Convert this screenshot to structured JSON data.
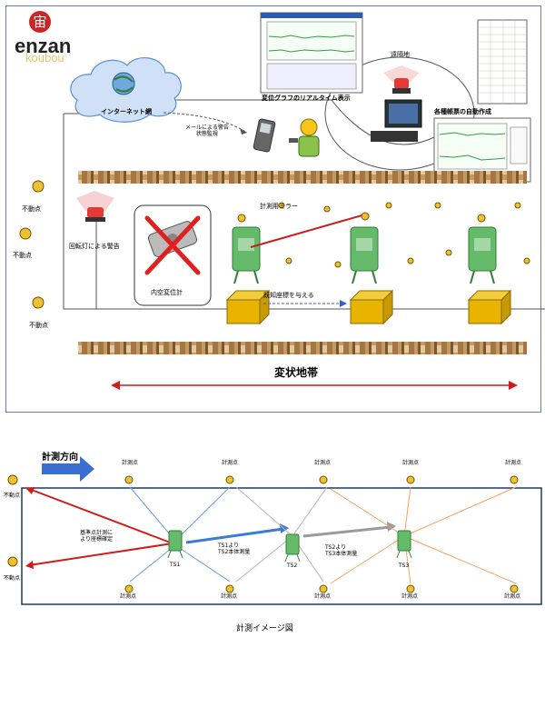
{
  "top": {
    "logo_text": "enzan",
    "logo_sub": "koubou",
    "logo_kanji": "宙",
    "cloud_label": "インターネット網",
    "graph_title": "変位グラフのリアルタイム表示",
    "remote_label": "遠隔地",
    "mail_warning": "メールによる警告\n状態監視",
    "report_label": "各種帳票の自動作成",
    "fixed_point_1": "不動点",
    "fixed_point_2": "不動点",
    "fixed_point_3": "不動点",
    "rotating_light_warning": "回転灯による警告",
    "inclinometer_label": "内空変位計",
    "mirror_label": "計測用ミラー",
    "coord_label": "既知座標を与える",
    "zone_label": "変状地帯"
  },
  "bottom": {
    "direction_label": "計測方向",
    "fixed_point_left_top": "不動点",
    "fixed_point_left_bottom": "不動点",
    "measure_points_top": [
      "計測点",
      "計測点",
      "計測点",
      "計測点",
      "計測点"
    ],
    "measure_points_bottom": [
      "計測点",
      "計測点",
      "計測点",
      "計測点",
      "計測点"
    ],
    "baseline_note": "基準点計測に\nより座標確定",
    "ts1_label": "TS1",
    "ts2_label": "TS2",
    "ts3_label": "TS3",
    "ts1_note": "TS1より\nTS2本体測量",
    "ts2_note": "TS2より\nTS3本体測量",
    "caption": "計測イメージ図"
  },
  "colors": {
    "frame": "#6b7bbf",
    "red_arrow": "#d11b1b",
    "blue_arrow": "#3a7bd5",
    "gray_arrow": "#9a9a9a",
    "orange_arrow": "#f0a460",
    "ground": "#b98a55",
    "instrument_green": "#4caf50",
    "box_yellow": "#e8b400"
  },
  "icons": [
    "logo-icon",
    "globe-icon",
    "cloud-icon",
    "monitor-icon",
    "warning-light-icon",
    "phone-icon",
    "worker-icon",
    "prism-icon",
    "total-station-icon",
    "controller-box-icon",
    "inclinometer-icon",
    "cross-icon",
    "arrow-right-icon"
  ]
}
